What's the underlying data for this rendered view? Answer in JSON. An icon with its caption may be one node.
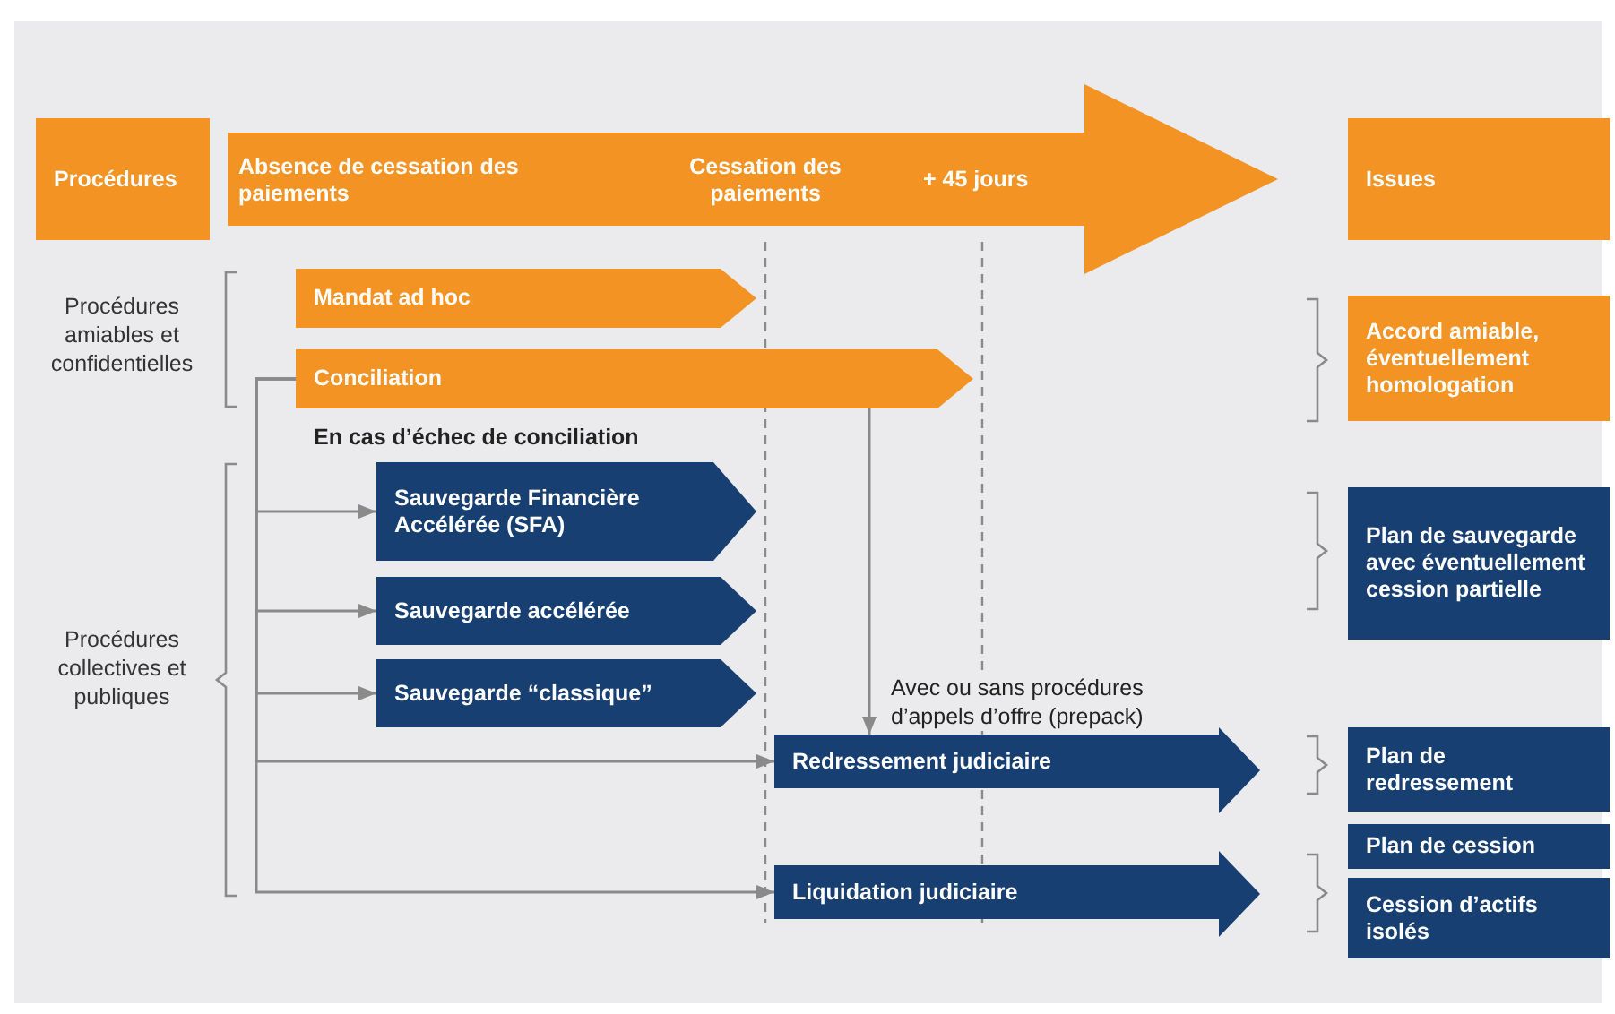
{
  "diagram": {
    "nodes": [
      {
        "text": [
          "Procédures"
        ]
      },
      {
        "text": [
          "Absence de cessation des paiements",
          "Cessation des paiements",
          "+ 45 jours"
        ]
      },
      {
        "text": [
          "Issues"
        ]
      },
      {
        "text": [
          "Mandat ad hoc"
        ]
      },
      {
        "text": [
          "Conciliation"
        ]
      },
      {
        "text": [
          "Sauvegarde Financière Accélérée (SFA)"
        ]
      },
      {
        "text": [
          "Sauvegarde accélérée"
        ]
      },
      {
        "text": [
          "Sauvegarde “classique”"
        ]
      },
      {
        "text": [
          "Redressement judiciaire"
        ]
      },
      {
        "text": [
          "Liquidation judiciaire"
        ]
      },
      {
        "text": [
          "Accord amiable, éventuellement homologation"
        ]
      },
      {
        "text": [
          "Plan de sauvegarde avec éventuellement cession partielle"
        ]
      },
      {
        "text": [
          "Plan de redressement"
        ]
      },
      {
        "text": [
          "Plan de cession"
        ]
      },
      {
        "text": [
          "Cession d’actifs isolés"
        ]
      }
    ],
    "edges": [
      {
        "from": 4,
        "to": 5,
        "arrow": "to"
      },
      {
        "from": 4,
        "to": 6,
        "arrow": "to"
      },
      {
        "from": 4,
        "to": 7,
        "arrow": "to"
      },
      {
        "from": 4,
        "to": 8,
        "arrow": "to"
      },
      {
        "from": 4,
        "to": 9,
        "arrow": "to"
      },
      {
        "from": 4,
        "to": 8,
        "arrow": "to",
        "label": "Avec ou sans procédures d’appels d’offre (prepack)"
      }
    ],
    "labels": [
      "Procédures amiables et confidentielles",
      "En cas d’échec de conciliation",
      "Procédures collectives et publiques"
    ]
  }
}
